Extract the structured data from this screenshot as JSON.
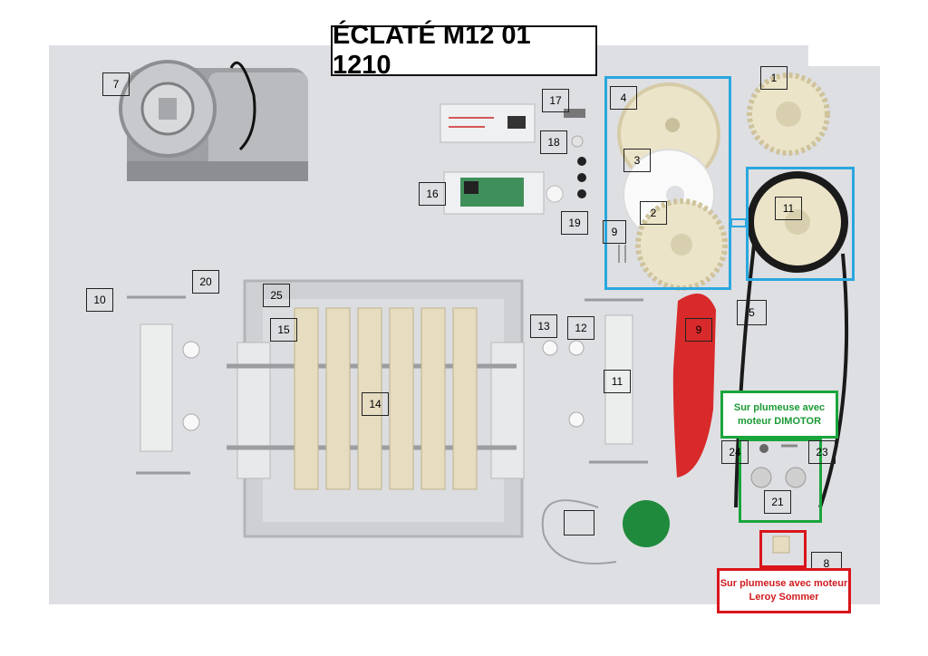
{
  "title": "ÉCLATÉ M12 01 1210",
  "labels": [
    "7",
    "17",
    "18",
    "16",
    "19",
    "4",
    "3",
    "2",
    "9",
    "1",
    "11",
    "10",
    "20",
    "25",
    "15",
    "14",
    "13",
    "12",
    "11",
    "9",
    "5",
    "24",
    "23",
    "21",
    "8",
    ""
  ],
  "notes": {
    "dimotor": "Sur plumeuse avec moteur DIMOTOR",
    "leroy": "Sur plumeuse avec moteur Leroy Sommer"
  },
  "colors": {
    "board": "#dedfe3",
    "blue_frame": "#2aa7df",
    "green_frame": "#1aa53c",
    "red_frame": "#d9151b",
    "green_text": "#1a9a34",
    "red_text": "#d11a1f",
    "gear": "#ece4c9",
    "red_scraper": "#d82a2a",
    "green_sensor": "#1f8a3b"
  }
}
